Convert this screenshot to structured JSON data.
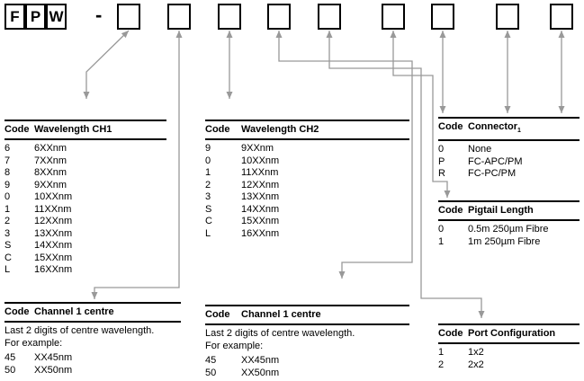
{
  "part_number": {
    "prefix_letters": [
      "F",
      "P",
      "W"
    ],
    "separator": "-",
    "code_box_count": 9
  },
  "arrow_color": "#999999",
  "tables": {
    "wavelength_ch1": {
      "code_header": "Code",
      "title": "Wavelength CH1",
      "rows": [
        [
          "6",
          "6XXnm"
        ],
        [
          "7",
          "7XXnm"
        ],
        [
          "8",
          "8XXnm"
        ],
        [
          "9",
          "9XXnm"
        ],
        [
          "0",
          "10XXnm"
        ],
        [
          "1",
          "11XXnm"
        ],
        [
          "2",
          "12XXnm"
        ],
        [
          "3",
          "13XXnm"
        ],
        [
          "S",
          "14XXnm"
        ],
        [
          "C",
          "15XXnm"
        ],
        [
          "L",
          "16XXnm"
        ]
      ]
    },
    "wavelength_ch2": {
      "code_header": "Code",
      "title": "Wavelength CH2",
      "rows": [
        [
          "9",
          "9XXnm"
        ],
        [
          "0",
          "10XXnm"
        ],
        [
          "1",
          "11XXnm"
        ],
        [
          "2",
          "12XXnm"
        ],
        [
          "3",
          "13XXnm"
        ],
        [
          "S",
          "14XXnm"
        ],
        [
          "C",
          "15XXnm"
        ],
        [
          "L",
          "16XXnm"
        ]
      ]
    },
    "connector": {
      "code_header": "Code",
      "title": "Connector",
      "footnote_mark": "1",
      "rows": [
        [
          "0",
          "None"
        ],
        [
          "P",
          "FC-APC/PM"
        ],
        [
          "R",
          "FC-PC/PM"
        ]
      ]
    },
    "pigtail_length": {
      "code_header": "Code",
      "title": "Pigtail Length",
      "rows": [
        [
          "0",
          "0.5m 250µm Fibre"
        ],
        [
          "1",
          "1m 250µm Fibre"
        ]
      ]
    },
    "channel1_centre": {
      "code_header": "Code",
      "title": "Channel 1 centre",
      "note_line1": "Last 2 digits of centre wavelength.",
      "note_line2": "For example:",
      "rows": [
        [
          "45",
          "XX45nm"
        ],
        [
          "50",
          "XX50nm"
        ]
      ]
    },
    "channel2_centre": {
      "code_header": "Code",
      "title": "Channel 1 centre",
      "note_line1": "Last 2 digits of centre wavelength.",
      "note_line2": "For example:",
      "rows": [
        [
          "45",
          "XX45nm"
        ],
        [
          "50",
          "XX50nm"
        ]
      ]
    },
    "port_configuration": {
      "code_header": "Code",
      "title": "Port Configuration",
      "rows": [
        [
          "1",
          "1x2"
        ],
        [
          "2",
          "2x2"
        ]
      ]
    }
  }
}
